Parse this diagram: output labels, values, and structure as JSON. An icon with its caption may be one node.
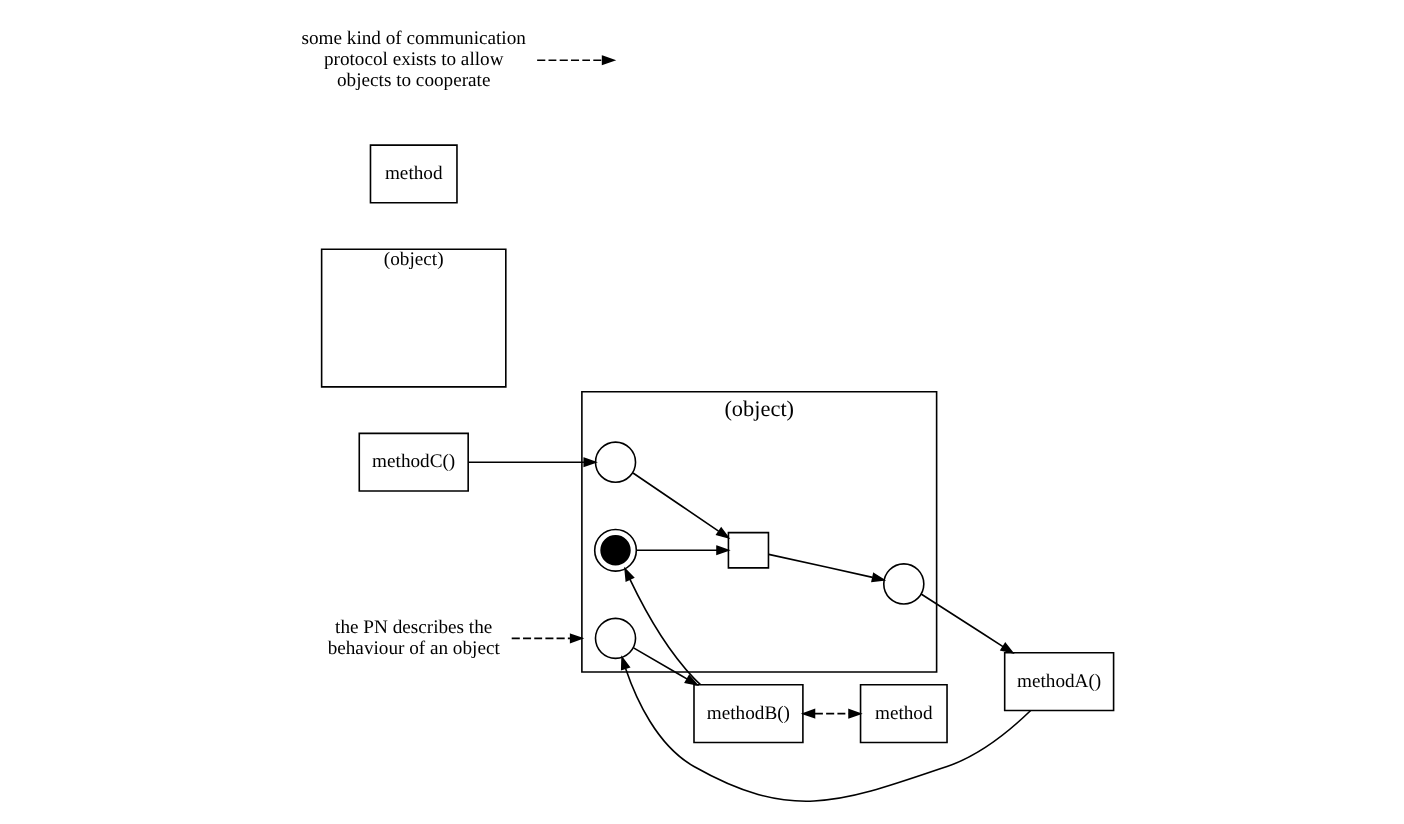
{
  "diagram": {
    "nodes": [
      {
        "text": [
          "(object)"
        ]
      },
      {
        "text": [
          "methodA()"
        ]
      },
      {
        "text": [],
        "shape": "circle",
        "in": 0
      },
      {
        "text": [
          "methodB()"
        ]
      },
      {
        "text": [],
        "shape": "circle",
        "in": 0
      },
      {
        "text": [],
        "shape": "circle",
        "in": 0
      },
      {
        "text": [],
        "shape": "box",
        "in": 0
      },
      {
        "text": [
          "methodC()"
        ]
      },
      {
        "text": [],
        "shape": "circle",
        "in": 0
      },
      {
        "text": [
          "(object)"
        ]
      },
      {
        "text": [
          "method"
        ]
      },
      {
        "text": [
          "method"
        ]
      },
      {
        "text": [
          "some kind of communication protocol exists to allow objects to cooperate"
        ]
      },
      {
        "text": [
          "the PN describes the behaviour of an object"
        ]
      }
    ],
    "edges": [
      {
        "from": 1,
        "to": 2,
        "arrow": "to"
      },
      {
        "from": 2,
        "to": 3,
        "arrow": "to"
      },
      {
        "from": 3,
        "to": 4,
        "arrow": "to"
      },
      {
        "from": 4,
        "to": 6,
        "arrow": "to"
      },
      {
        "from": 7,
        "to": 8,
        "arrow": "to"
      },
      {
        "from": 8,
        "to": 6,
        "arrow": "to"
      },
      {
        "from": 6,
        "to": 5,
        "arrow": "to"
      },
      {
        "from": 5,
        "to": 1,
        "arrow": "to"
      },
      {
        "from": 3,
        "to": 10,
        "arrow": "both",
        "style": "dashed"
      },
      {
        "from": 12,
        "to": null,
        "arrow": "to",
        "style": "dashed"
      },
      {
        "from": 13,
        "to": 0,
        "arrow": "to",
        "style": "dashed"
      }
    ]
  }
}
